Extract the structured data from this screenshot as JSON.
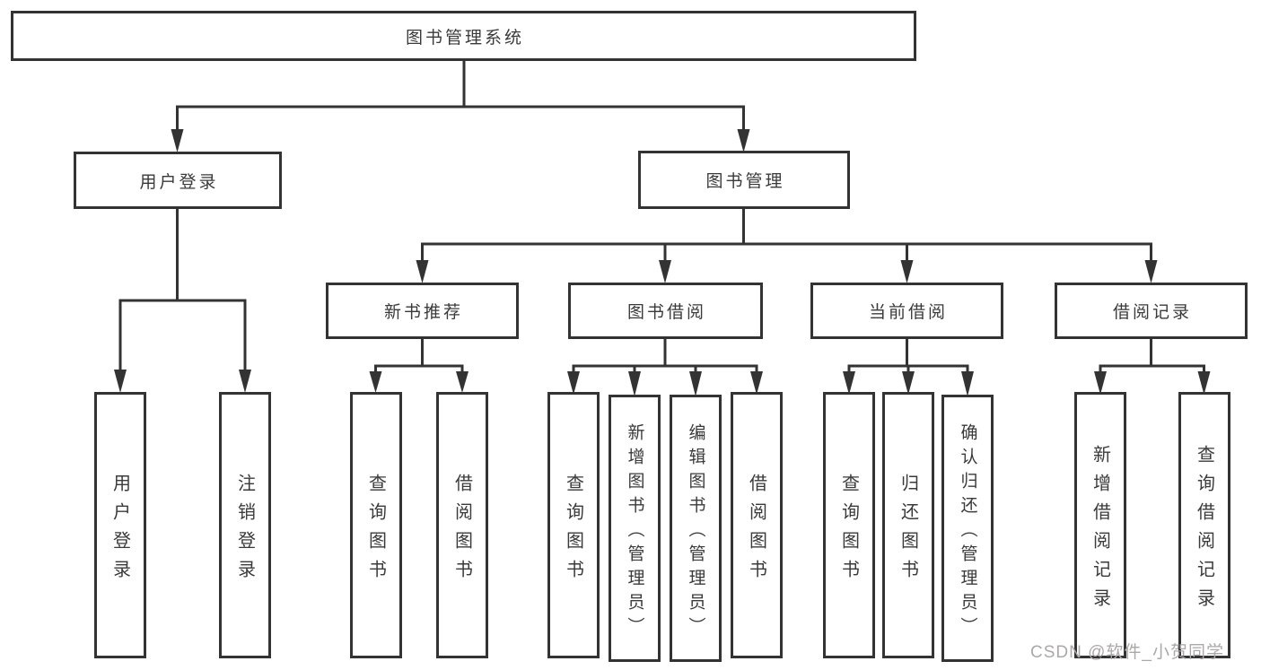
{
  "colors": {
    "line": "#333333",
    "box_border": "#333333",
    "text": "#3a3a3a",
    "background": "#ffffff",
    "watermark": "#aba8a8"
  },
  "watermark": "CSDN @软件_小贺同学",
  "tree": {
    "label": "图书管理系统",
    "children": [
      {
        "label": "用户登录",
        "children": [
          {
            "label": "用户登录"
          },
          {
            "label": "注销登录"
          }
        ]
      },
      {
        "label": "图书管理",
        "children": [
          {
            "label": "新书推荐",
            "children": [
              {
                "label": "查询图书"
              },
              {
                "label": "借阅图书"
              }
            ]
          },
          {
            "label": "图书借阅",
            "children": [
              {
                "label": "查询图书"
              },
              {
                "label": "新增图书（管理员）"
              },
              {
                "label": "编辑图书（管理员）"
              },
              {
                "label": "借阅图书"
              }
            ]
          },
          {
            "label": "当前借阅",
            "children": [
              {
                "label": "查询图书"
              },
              {
                "label": "归还图书"
              },
              {
                "label": "确认归还（管理员）"
              }
            ]
          },
          {
            "label": "借阅记录",
            "children": [
              {
                "label": "新增借阅记录"
              },
              {
                "label": "查询借阅记录"
              }
            ]
          }
        ]
      }
    ]
  }
}
